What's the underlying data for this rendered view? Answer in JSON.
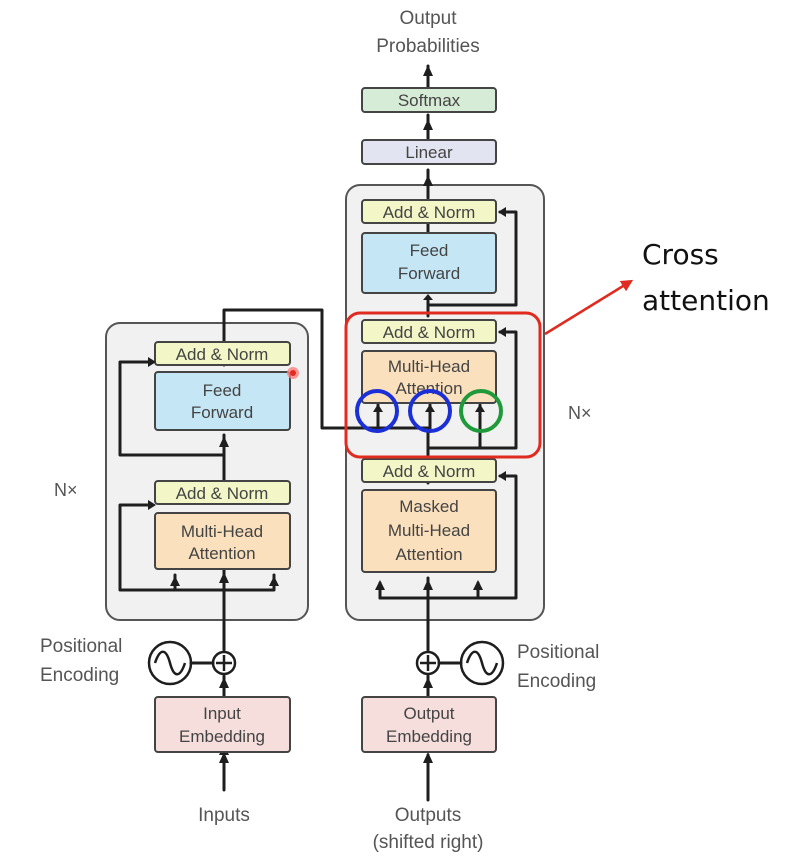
{
  "outputs": {
    "probabilities_line1": "Output",
    "probabilities_line2": "Probabilities"
  },
  "decoder_top": {
    "softmax": "Softmax",
    "linear": "Linear"
  },
  "decoder": {
    "add_norm_top": "Add & Norm",
    "feed_forward_line1": "Feed",
    "feed_forward_line2": "Forward",
    "add_norm_cross": "Add & Norm",
    "cross_attention_line1": "Multi-Head",
    "cross_attention_line2": "Attention",
    "add_norm_bottom": "Add & Norm",
    "masked_line1": "Masked",
    "masked_line2": "Multi-Head",
    "masked_line3": "Attention",
    "repeat": "N×"
  },
  "encoder": {
    "add_norm_top": "Add & Norm",
    "feed_forward_line1": "Feed",
    "feed_forward_line2": "Forward",
    "add_norm_bottom": "Add & Norm",
    "attention_line1": "Multi-Head",
    "attention_line2": "Attention",
    "repeat": "N×"
  },
  "encoder_input": {
    "positional_line1": "Positional",
    "positional_line2": "Encoding",
    "embedding_line1": "Input",
    "embedding_line2": "Embedding",
    "inputs": "Inputs"
  },
  "decoder_input": {
    "positional_line1": "Positional",
    "positional_line2": "Encoding",
    "embedding_line1": "Output",
    "embedding_line2": "Embedding",
    "outputs_line1": "Outputs",
    "outputs_line2": "(shifted right)"
  },
  "annotation": {
    "line1": "Cross",
    "line2": "attention",
    "highlight_color": "#e02b20",
    "query_key_circle_color": "#1a2fd6",
    "value_circle_color": "#1f9a3a"
  },
  "colors": {
    "add_norm": "#f3f6c7",
    "feed_forward": "#c5e6f5",
    "attention": "#fbe0bd",
    "embedding": "#f6dedd",
    "softmax": "#d7ecd6",
    "linear": "#e2e5f1",
    "stack_bg": "#f1f1f1"
  }
}
